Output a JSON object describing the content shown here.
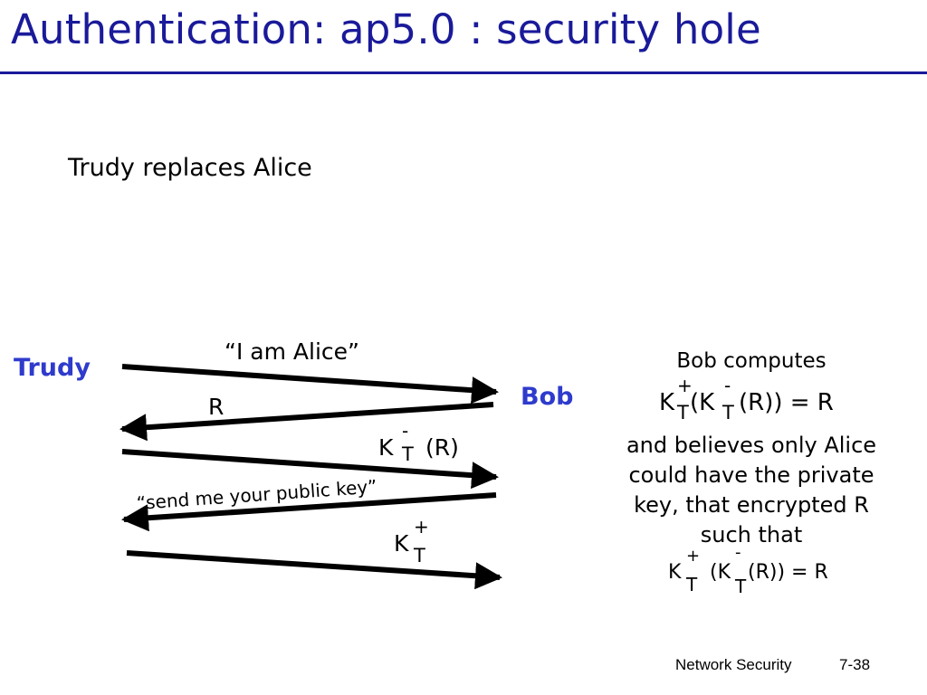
{
  "slide": {
    "title": "Authentication: ap5.0 : security hole",
    "subtitle": "Trudy replaces Alice",
    "colors": {
      "title": "#1a1a9a",
      "actor": "#2e3bcc",
      "text": "#000000"
    }
  },
  "diagram": {
    "actors": {
      "left": "Trudy",
      "right": "Bob"
    },
    "messages": {
      "m1": "“I am Alice”",
      "m2": "R",
      "m3_key": "K",
      "m3_sup": "-",
      "m3_sub": "T",
      "m3_arg": "(R)",
      "m4": "“send me your public key”",
      "m5_key": "K",
      "m5_sup": "+",
      "m5_sub": "T"
    },
    "explanation": {
      "line1": "Bob computes",
      "formula1": {
        "k1": "K",
        "sup1": "+",
        "sub1": "T",
        "mid": "(K",
        "sup2": "-",
        "sub2": "T",
        "end": "(R)) = R"
      },
      "line2": "and believes only Alice",
      "line3": "could have the private",
      "line4": "key, that encrypted R",
      "line5": "such that",
      "formula2": {
        "k1": "K",
        "sup1": "+",
        "sub1": "T",
        "mid": "(K",
        "sup2": "-",
        "sub2": "T",
        "end": "(R)) = R"
      }
    }
  },
  "footer": {
    "label": "Network Security",
    "page": "7-38"
  }
}
